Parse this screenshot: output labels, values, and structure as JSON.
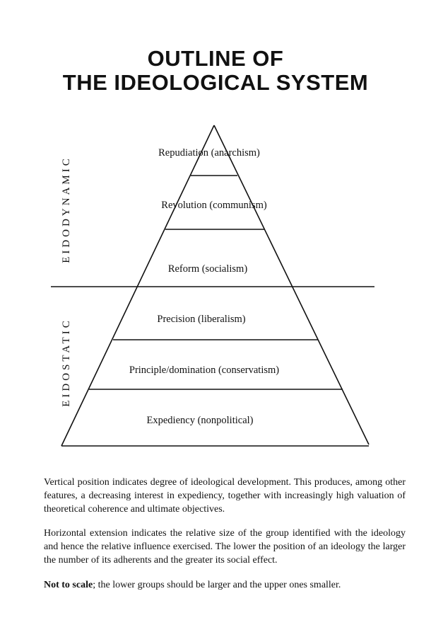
{
  "title": {
    "line1": "OUTLINE OF",
    "line2": "THE IDEOLOGICAL SYSTEM"
  },
  "side_labels": {
    "upper": "EIDODYNAMIC",
    "lower": "EIDOSTATIC"
  },
  "tiers": [
    "Repudiation (anarchism)",
    "Revolution (communism)",
    "Reform (socialism)",
    "Precision (liberalism)",
    "Principle/domination (conservatism)",
    "Expediency (nonpolitical)"
  ],
  "notes": {
    "p1": "Vertical position indicates degree of ideological development. This produces, among other features, a decreasing interest in expediency, together with increasingly high valuation of theoretical coherence and ultimate objectives.",
    "p2": "Horizontal extension indicates the relative size of the group identified with the ideology and hence the relative influence exercised. The lower the position of an ideology the larger the number of its adherents and the greater its social effect.",
    "p3_bold": "Not to scale",
    "p3_rest": "; the lower groups should be larger and the upper ones smaller."
  }
}
